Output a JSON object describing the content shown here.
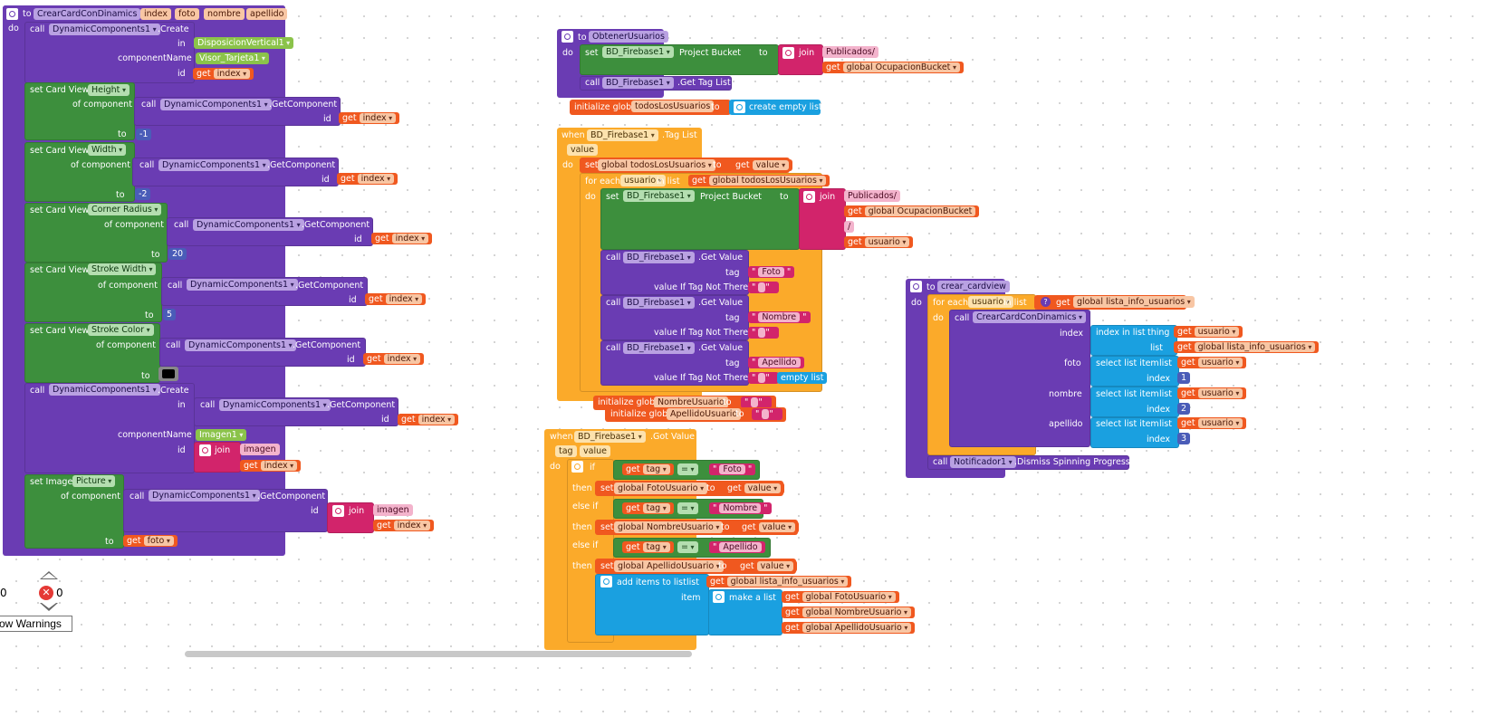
{
  "proc1": {
    "to": "to",
    "name": "CrearCardConDinamics",
    "params": [
      "index",
      "foto",
      "nombre",
      "apellido"
    ],
    "do": "do",
    "call": "call",
    "component": "DynamicComponents1",
    "create": ".Create",
    "in": "in",
    "componentName": "componentName",
    "id": "id",
    "get": "get",
    "container1": "DisposicionVertical1",
    "cname1": "Visor_Tarjeta1",
    "index": "index",
    "set_card_view": "set Card View.",
    "of_component": "of component",
    "to_label": "to",
    "getComponent": ".GetComponent",
    "props": [
      "Height",
      "Width",
      "Corner Radius",
      "Stroke Width",
      "Stroke Color"
    ],
    "values": [
      "-1",
      "-2",
      "20",
      "5"
    ],
    "cname2": "Imagen1",
    "join": "join",
    "imagen": "imagen",
    "set_image": "set Image.",
    "picture": "Picture",
    "foto": "foto"
  },
  "proc2": {
    "to": "to",
    "name": "ObtenerUsuarios",
    "do": "do",
    "set": "set",
    "bd": "BD_Firebase1",
    "project_bucket": "Project Bucket",
    "to_label": "to",
    "join": "join",
    "publicados": "Publicados/",
    "get": "get",
    "global_bucket": "global OcupacionBucket",
    "call": "call",
    "get_tag_list": ".Get Tag List"
  },
  "init1": {
    "label": "initialize glob",
    "var": "todosLosUsuarios",
    "to": "to",
    "create": "create empty list"
  },
  "event1": {
    "when": "when",
    "bd": "BD_Firebase1",
    "event": ".Tag List",
    "value": "value",
    "do": "do",
    "set": "set",
    "global_todos": "global todosLosUsuarios",
    "to": "to",
    "get": "get",
    "for_each": "for each",
    "usuario": "usuario",
    "in_list": "in list",
    "project_bucket": "Project Bucket",
    "join": "join",
    "publicados": "Publicados/",
    "global_bucket": "global OcupacionBucket",
    "slash": "/",
    "call": "call",
    "get_value": ".Get Value",
    "tag": "tag",
    "value_if": "value If Tag Not There",
    "tags": [
      "Foto",
      "Nombre",
      "Apellido"
    ],
    "empty_list": "empty list"
  },
  "init2": {
    "label": "initialize glob",
    "var": "NombreUsuario",
    "to": "to"
  },
  "init3": {
    "label": "initialize glob",
    "var": "ApellidoUsuario",
    "to": "to"
  },
  "event2": {
    "when": "when",
    "bd": "BD_Firebase1",
    "event": ".Got Value",
    "tag": "tag",
    "value": "value",
    "do": "do",
    "if": "if",
    "then": "then",
    "else_if": "else if",
    "get": "get",
    "eq": "=",
    "tags": [
      "Foto",
      "Nombre",
      "Apellido"
    ],
    "set": "set",
    "globals": [
      "global FotoUsuario",
      "global NombreUsuario",
      "global ApellidoUsuario"
    ],
    "to": "to",
    "add_items": "add items to list",
    "list": "list",
    "global_lista": "global lista_info_usuarios",
    "item": "item",
    "make_list": "make a list"
  },
  "proc3": {
    "to": "to",
    "name": "crear_cardview",
    "do": "do",
    "for_each": "for each",
    "usuario": "usuario",
    "in_list": "in list",
    "get": "get",
    "global_lista": "global lista_info_usuarios",
    "call": "call",
    "proc": "CrearCardConDinamics",
    "index": "index",
    "foto": "foto",
    "nombre": "nombre",
    "apellido": "apellido",
    "index_in_list": "index in list",
    "thing": "thing",
    "list": "list",
    "select_item": "select list item",
    "list_label": "list",
    "index_label": "index",
    "nums": [
      "1",
      "2",
      "3"
    ],
    "notif": "Notificador1",
    "dismiss": ".Dismiss Spinning Progress"
  },
  "controls": {
    "warn_count": "0",
    "err_count": "0",
    "show_warnings": "ow Warnings"
  }
}
